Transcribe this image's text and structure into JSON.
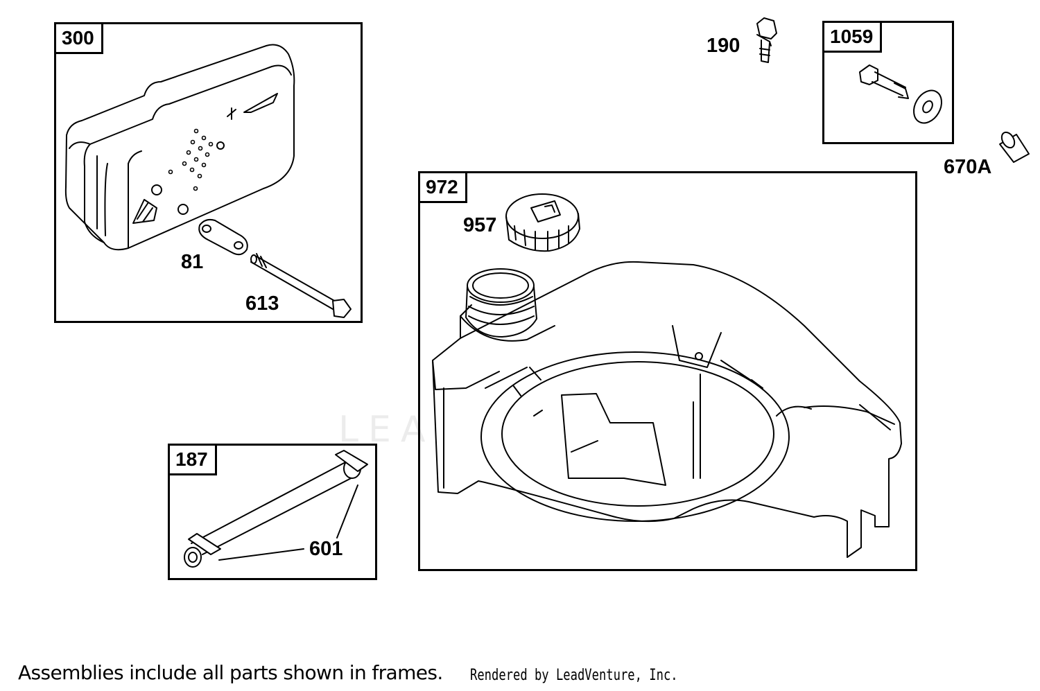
{
  "diagram": {
    "frames": {
      "muffler": "300",
      "tube": "187",
      "hardware": "1059",
      "tank": "972"
    },
    "callouts": {
      "bracket": "81",
      "bolt_long": "613",
      "tube_clamps": "601",
      "bolt_top": "190",
      "spacer": "670A",
      "fuel_cap": "957"
    },
    "watermark": "LEADVENTURE",
    "footer": {
      "note": "Assemblies include all parts shown in frames.",
      "credit": "Rendered by LeadVenture, Inc."
    },
    "colors": {
      "line": "#000000",
      "background": "#ffffff",
      "watermark": "#ececec"
    }
  }
}
